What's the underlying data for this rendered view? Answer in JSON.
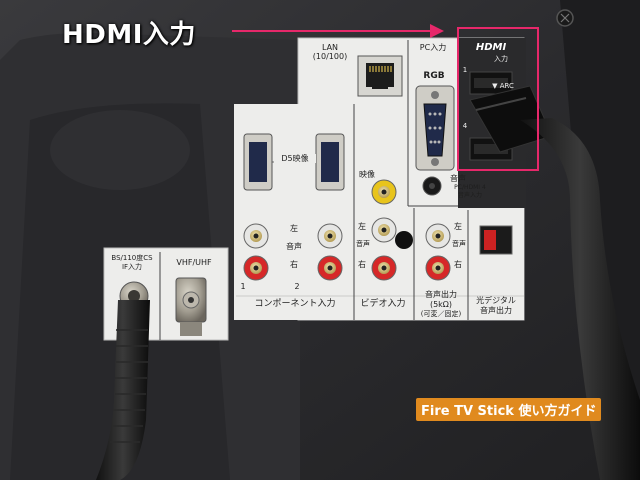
{
  "overlay": {
    "callout_text": "HDMI入力",
    "watermark_text": "Fire TV Stick 使い方ガイド",
    "highlight_color": "#e6286a",
    "watermark_bg": "#e08a1e"
  },
  "panel": {
    "lan_label": "LAN",
    "lan_speed": "(10/100)",
    "pc_input_label": "PC入力",
    "rgb_label": "RGB",
    "pc_audio_label": "音声",
    "pc_audio_sub1": "PC/HDMI 4",
    "pc_audio_sub2": "音声入力",
    "hdmi_logo": "HDMI",
    "hdmi_input_label": "入力",
    "hdmi_port_1": "1",
    "hdmi_arc": "▼ ARC",
    "hdmi_port_4": "4",
    "d5_label": "D5映像",
    "left_label": "左",
    "audio_label": "音声",
    "right_label": "右",
    "component_1": "1",
    "component_2": "2",
    "component_section": "コンポーネント入力",
    "video_label": "映像",
    "video_left": "左",
    "video_audio": "音声",
    "video_right": "右",
    "video_section": "ビデオ入力",
    "audio_out_left": "左",
    "audio_out_audio": "音声",
    "audio_out_right": "右",
    "audio_out_line1": "音声出力",
    "audio_out_line2": "(5kΩ)",
    "audio_out_line3": "(可変／固定)",
    "optical_line1": "光デジタル",
    "optical_line2": "音声出力",
    "bs_line1": "BS/110度CS",
    "bs_line2": "IF入力",
    "vhf_label": "VHF/UHF"
  }
}
